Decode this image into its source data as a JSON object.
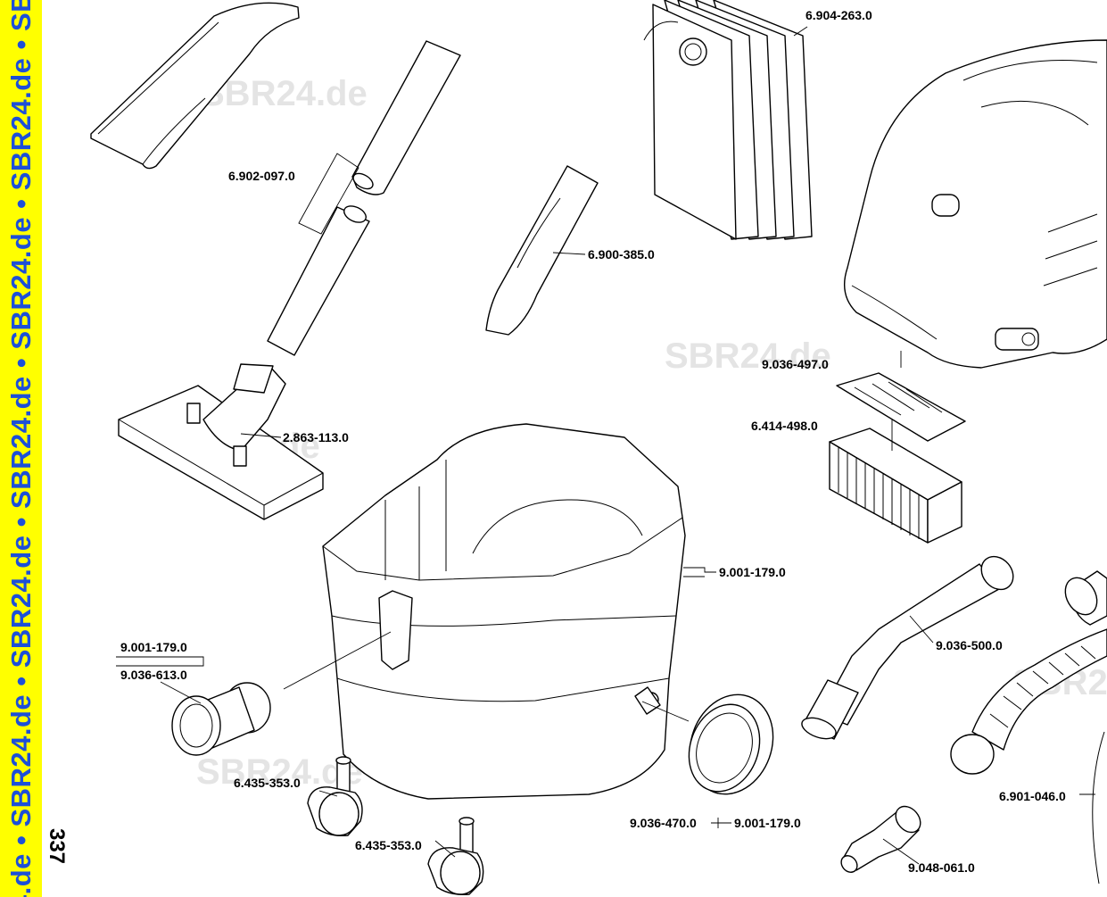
{
  "sidebar": {
    "text": "24.de • SBR24.de • SBR24.de • SBR24.de • SBR24.de • SBR24.de • SBR"
  },
  "page_number": "337",
  "watermark": "SBR24.de",
  "colors": {
    "sidebar_bg": "#ffff00",
    "sidebar_text": "#1d4fd8",
    "watermark": "#e4e4e4"
  },
  "part_numbers": {
    "bag_set": "6.904-263.0",
    "extension_tubes": "6.902-097.0",
    "crevice_nozzle": "6.900-385.0",
    "floor_nozzle": "2.863-113.0",
    "filter_frame": "9.036-497.0",
    "flat_filter": "6.414-498.0",
    "container": "9.001-179.0",
    "adapter_upper": "9.001-179.0",
    "adapter_lower": "9.036-613.0",
    "hose_bend": "9.036-500.0",
    "castor_upper": "6.435-353.0",
    "castor_lower": "6.435-353.0",
    "cap": "9.036-470.0",
    "cap_ref": "9.001-179.0",
    "suction_hose": "6.901-046.0",
    "adapter_nozzle": "9.048-061.0"
  }
}
